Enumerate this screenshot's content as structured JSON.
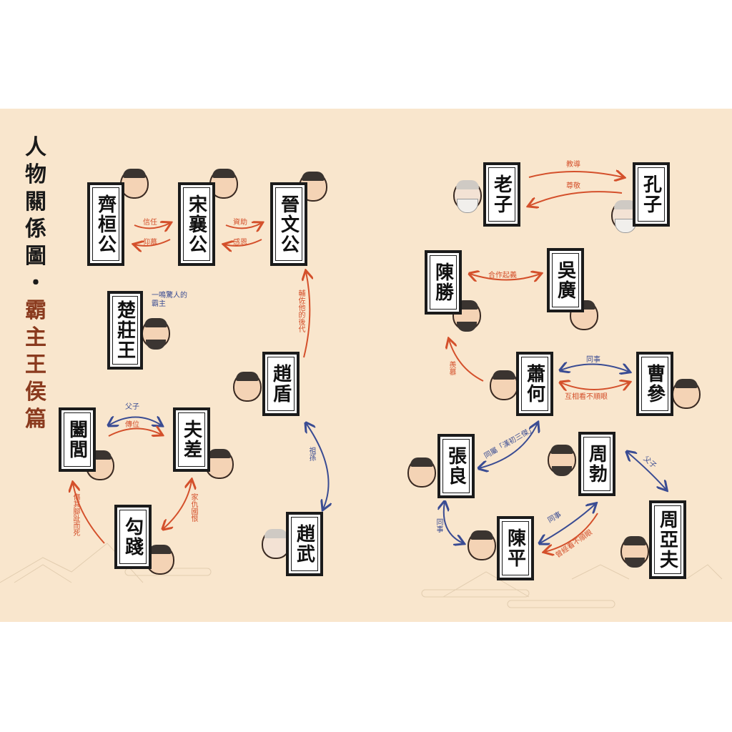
{
  "title": {
    "main": "人物關係圖",
    "dot": "・",
    "sub": "霸主王侯篇"
  },
  "people": {
    "qi_huan_gong": "齊桓公",
    "song_xiang_gong": "宋襄公",
    "jin_wen_gong": "晉文公",
    "chu_zhuang_wang": "楚莊王",
    "zhao_dun": "趙盾",
    "he_lu": "闔閭",
    "fu_chai": "夫差",
    "gou_jian": "勾踐",
    "zhao_wu": "趙武",
    "lao_zi": "老子",
    "kong_zi": "孔子",
    "chen_sheng": "陳勝",
    "wu_guang": "吳廣",
    "xiao_he": "蕭何",
    "cao_can": "曹參",
    "zhang_liang": "張良",
    "zhou_bo": "周勃",
    "chen_ping": "陳平",
    "zhou_ya_fu": "周亞夫"
  },
  "relations": {
    "trust": "信任",
    "admire": "仰慕",
    "fund": "資助",
    "grateful": "感恩",
    "chu_note": "一鳴驚人的霸主",
    "assist_heirs": "輔佐他的後代",
    "father_son_1": "父子",
    "pass_throne": "傳位",
    "grand": "祖孫",
    "feud": "家仇國恨",
    "toe": "傷其腳趾而死",
    "teach": "教導",
    "respect": "尊敬",
    "uprising": "合作起義",
    "envy": "羨慕",
    "colleague_1": "同事",
    "dislike_mutual": "互相看不順眼",
    "three_heroes": "同屬「漢初三傑」",
    "father_son_2": "父子",
    "colleague_2": "同事",
    "dislike_once": "曾經看不順眼",
    "colleague_3": "同事"
  },
  "colors": {
    "background": "#f9e6cd",
    "red_arrow": "#d4502b",
    "blue_arrow": "#3a4c93"
  }
}
